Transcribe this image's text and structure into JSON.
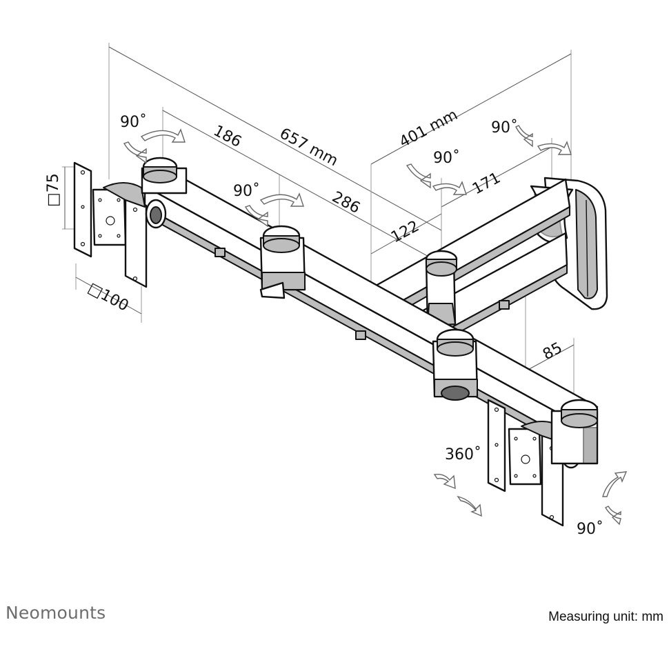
{
  "brand": "Neomounts",
  "measuring_unit": "Measuring unit: mm",
  "dimensions": {
    "width_total": "657 mm",
    "depth_total": "401 mm",
    "seg_left": "186",
    "seg_mid": "286",
    "arm_outer": "171",
    "arm_inner": "122",
    "drop": "85",
    "vesa_h": "□75",
    "vesa_w": "□100"
  },
  "angles": {
    "left_pivot": "90˚",
    "mid_pivot": "90˚",
    "arm_pivot": "90˚",
    "wall_pivot": "90˚",
    "rotate": "360˚",
    "tilt": "90˚"
  },
  "icons": [
    "rotation-arrow-icon"
  ]
}
